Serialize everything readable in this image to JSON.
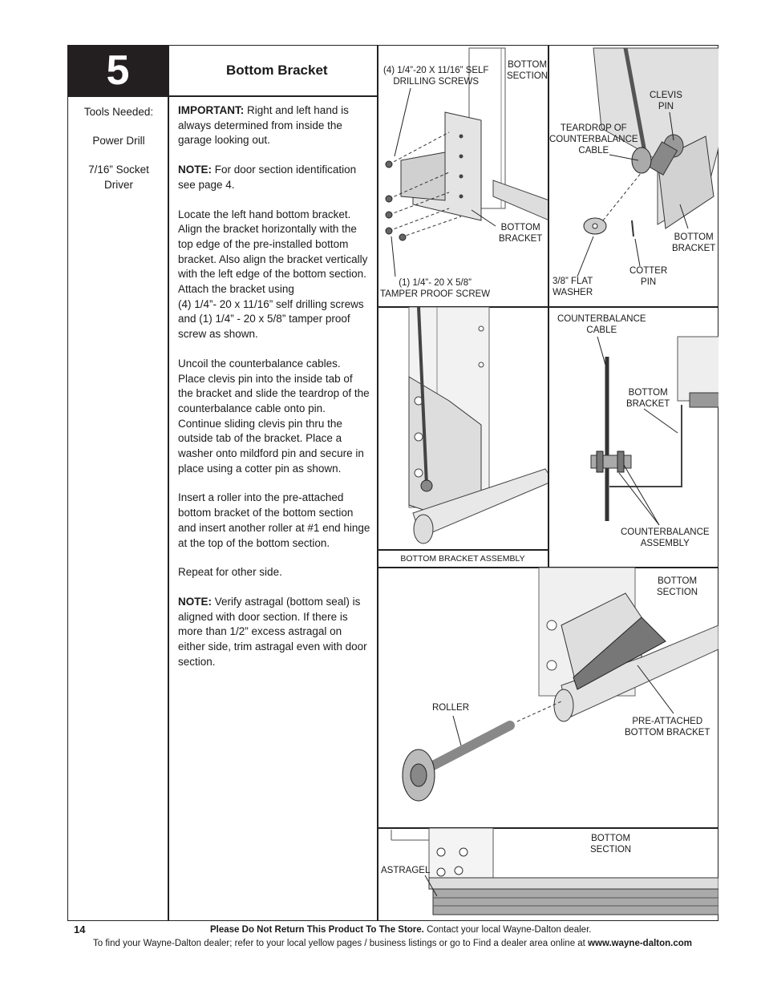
{
  "step": {
    "number": "5",
    "title": "Bottom Bracket"
  },
  "tools": {
    "heading": "Tools Needed:",
    "items": [
      "Power Drill",
      "7/16” Socket Driver"
    ]
  },
  "instructions": {
    "p1_bold": "IMPORTANT:",
    "p1_text": " Right and left hand is always determined from inside the garage looking out.",
    "p2_bold": "NOTE:",
    "p2_text": " For door section identification see page 4.",
    "p3": "Locate the left hand bottom bracket. Align the bracket horizontally with the top edge of the pre-installed bottom bracket. Also align the bracket vertically with the left edge of the bottom section. Attach the bracket using",
    "p3b": "(4) 1/4”- 20 x 11/16” self drilling screws and (1) 1/4” - 20 x 5/8” tamper proof screw as shown.",
    "p4": "Uncoil the counterbalance cables. Place clevis pin into the inside tab of the bracket and slide the teardrop of the counterbalance cable onto pin. Continue sliding clevis pin thru the outside tab of the bracket. Place a washer onto mildford pin and secure in place using a cotter pin as shown.",
    "p5": "Insert a roller into the pre-attached bottom bracket of the bottom section and insert another roller at #1 end hinge at the top of the bottom section.",
    "p6": "Repeat for other side.",
    "p7_bold": "NOTE:",
    "p7_text": " Verify astragal (bottom seal) is aligned with door section. If there is more than 1/2” excess astragal on either side, trim astragal even with door section."
  },
  "labels": {
    "screws": "(4) 1/4”-20 X 11/16” SELF\nDRILLING SCREWS",
    "bottom_section_1": "BOTTOM\nSECTION",
    "bottom_bracket_1": "BOTTOM\nBRACKET",
    "tamper_screw": "(1) 1/4”- 20 X 5/8”\nTAMPER PROOF SCREW",
    "clevis_pin": "CLEVIS\nPIN",
    "teardrop": "TEARDROP OF\nCOUNTERBALANCE\nCABLE",
    "bottom_bracket_2": "BOTTOM\nBRACKET",
    "cotter_pin": "COTTER\nPIN",
    "flat_washer": "3/8” FLAT\nWASHER",
    "counterbalance_cable": "COUNTERBALANCE\nCABLE",
    "bottom_bracket_3": "BOTTOM\nBRACKET",
    "counterbalance_assembly": "COUNTERBALANCE\nASSEMBLY",
    "bottom_bracket_assembly": "BOTTOM BRACKET ASSEMBLY",
    "bottom_section_2": "BOTTOM\nSECTION",
    "roller": "ROLLER",
    "pre_attached": "PRE-ATTACHED\nBOTTOM BRACKET",
    "bottom_section_3": "BOTTOM\nSECTION",
    "astragel": "ASTRAGEL"
  },
  "footer": {
    "page_number": "14",
    "line1_bold": "Please Do Not Return This Product To The Store.",
    "line1_text": " Contact your local Wayne-Dalton dealer.",
    "line2_text": "To find your Wayne-Dalton dealer; refer to your local yellow pages / business listings or go to Find a dealer area online at ",
    "line2_bold": "www.wayne-dalton.com"
  }
}
